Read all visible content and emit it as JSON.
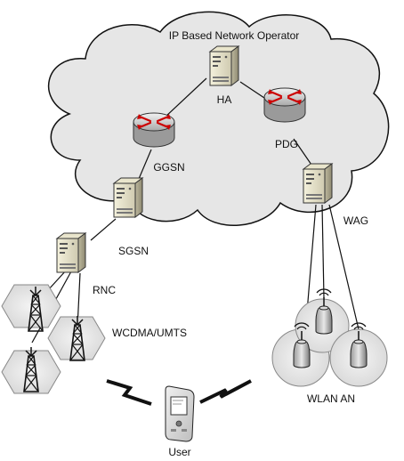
{
  "cloud": {
    "title": "IP Based Network Operator"
  },
  "nodes": {
    "ha": "HA",
    "pdg": "PDG",
    "ggsn": "GGSN",
    "sgsn": "SGSN",
    "wag": "WAG",
    "rnc": "RNC"
  },
  "access": {
    "wcdma": "WCDMA/UMTS",
    "wlan": "WLAN AN"
  },
  "user": "User"
}
